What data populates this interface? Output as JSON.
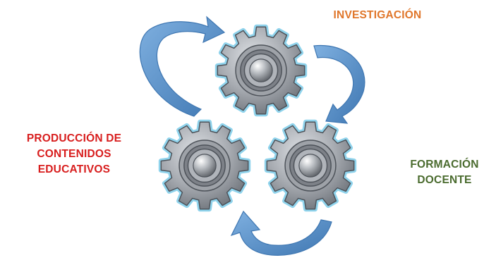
{
  "labels": {
    "investigacion": {
      "lines": [
        "INVESTIGACIÓN"
      ],
      "color": "#e0762a"
    },
    "produccion": {
      "lines": [
        "PRODUCCIÓN DE",
        "CONTENIDOS",
        "EDUCATIVOS"
      ],
      "color": "#d81e1e"
    },
    "formacion": {
      "lines": [
        "FORMACIÓN",
        "DOCENTE"
      ],
      "color": "#4a6b2e"
    }
  },
  "colors": {
    "gear_fill": "#a3a7ad",
    "gear_outline": "#8fd3ec",
    "arrow_fill": "#5b95d0",
    "arrow_stroke": "#3f77b2"
  },
  "gears": [
    {
      "name": "gear-investigacion"
    },
    {
      "name": "gear-produccion"
    },
    {
      "name": "gear-formacion"
    }
  ],
  "arrows": [
    {
      "name": "cycle-arrow-top-left"
    },
    {
      "name": "cycle-arrow-right"
    },
    {
      "name": "cycle-arrow-bottom"
    }
  ]
}
